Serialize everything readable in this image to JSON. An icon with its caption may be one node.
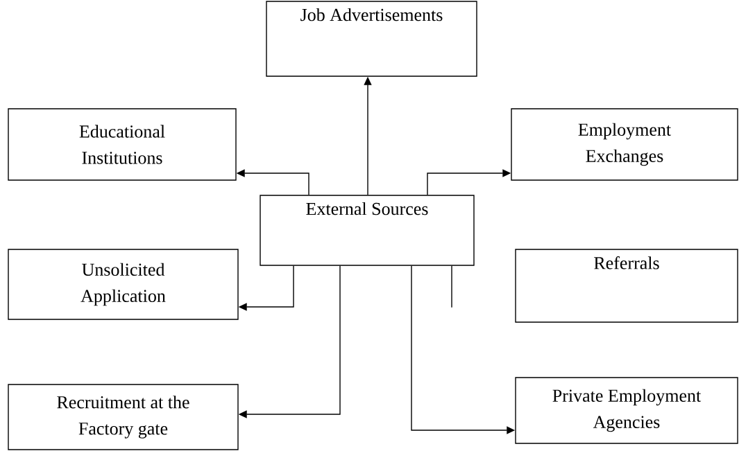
{
  "diagram": {
    "nodes": [
      {
        "text": [
          "Job Advertisements"
        ]
      },
      {
        "text": [
          "Educational Institutions"
        ]
      },
      {
        "text": [
          "Employment Exchanges"
        ]
      },
      {
        "text": [
          "External Sources"
        ]
      },
      {
        "text": [
          "Unsolicited Application"
        ]
      },
      {
        "text": [
          "Referrals"
        ]
      },
      {
        "text": [
          "Recruitment at the Factory gate"
        ]
      },
      {
        "text": [
          "Private Employment Agencies"
        ]
      }
    ],
    "edges": [
      {
        "from": 3,
        "to": 0,
        "arrow": "to"
      },
      {
        "from": 3,
        "to": 1,
        "arrow": "to"
      },
      {
        "from": 3,
        "to": 2,
        "arrow": "to"
      },
      {
        "from": 3,
        "to": 4,
        "arrow": "to"
      },
      {
        "from": 3,
        "to": 6,
        "arrow": "to"
      },
      {
        "from": 3,
        "to": 7,
        "arrow": "to"
      },
      {
        "from": 3,
        "to": null,
        "arrow": "none"
      }
    ]
  }
}
